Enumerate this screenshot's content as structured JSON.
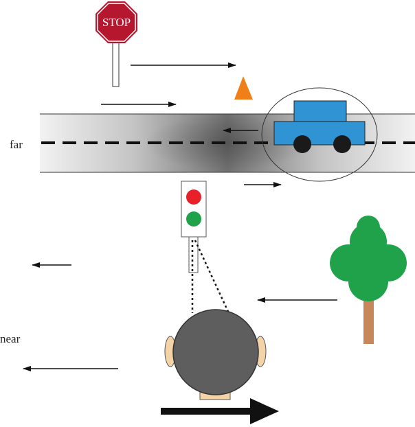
{
  "labels": {
    "far": "far",
    "near": "near",
    "stop_sign": "STOP"
  },
  "colors": {
    "stop_sign": "#b5172e",
    "cone": "#f07f1a",
    "car_body": "#2f93d4",
    "car_wheels": "#1a1a1a",
    "traffic_light_red": "#e8202a",
    "traffic_light_green": "#1fa24a",
    "tree_foliage": "#1fa24a",
    "tree_trunk": "#c8875a",
    "head": "#5e5e5e",
    "skin": "#f4d3a8"
  },
  "icons": {
    "stop_sign": "octagon-stop-sign-icon",
    "cone": "traffic-cone-icon",
    "car": "car-icon",
    "traffic_light": "traffic-light-icon",
    "tree": "tree-icon",
    "observer": "observer-head-icon",
    "heading": "heading-arrow-icon"
  }
}
